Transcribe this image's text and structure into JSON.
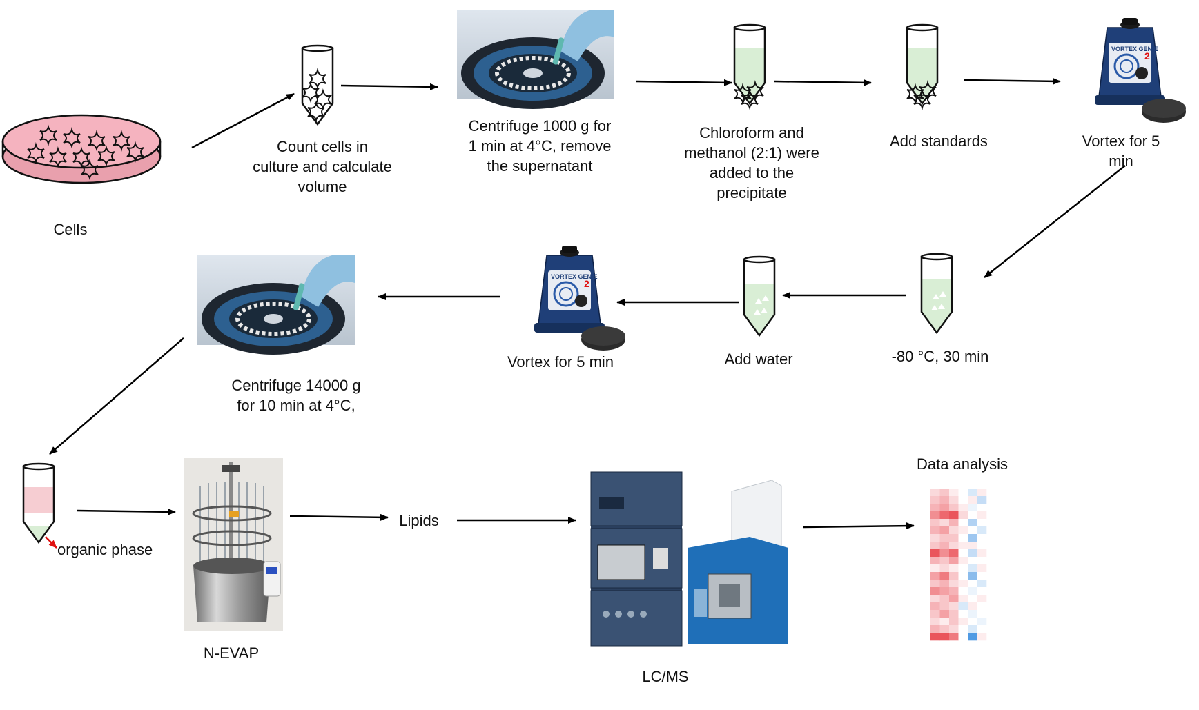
{
  "steps": {
    "cells": "Cells",
    "count": "Count cells in\nculture and calculate\nvolume",
    "centrifuge1": "Centrifuge 1000 g for\n1 min at 4°C, remove\nthe supernatant",
    "chloroform": "Chloroform and\nmethanol (2:1) were\nadded to the\nprecipitate",
    "standards": "Add standards",
    "vortex1": "Vortex for 5 min",
    "freeze": "-80 °C, 30 min",
    "water": "Add water",
    "vortex2": "Vortex for 5 min",
    "centrifuge2": "Centrifuge 14000 g\nfor 10 min at 4°C,",
    "organic": "organic phase",
    "nevap": "N-EVAP",
    "lipids": "Lipids",
    "lcms": "LC/MS",
    "analysis": "Data analysis"
  },
  "device_labels": {
    "vortex_brand": "VORTEX",
    "vortex_model": "GENIE",
    "vortex_number": "2"
  },
  "colors": {
    "dish_fill": "#f5a3b3",
    "tube_liquid": "#d9eed5",
    "tube_red_phase": "#f6cdd2",
    "arrow": "#000000",
    "accent_red": "#e01010",
    "device_blue": "#1f3f78",
    "heat_red": "#e8424a",
    "heat_blue": "#3d8fe0"
  },
  "heatmap": {
    "columns": 6,
    "values": [
      [
        0.2,
        0.3,
        0.1,
        0.0,
        -0.2,
        0.1
      ],
      [
        0.3,
        0.4,
        0.2,
        0.0,
        0.1,
        -0.3
      ],
      [
        0.4,
        0.5,
        0.3,
        0.1,
        -0.1,
        0.0
      ],
      [
        0.6,
        0.8,
        0.9,
        0.2,
        0.0,
        0.1
      ],
      [
        0.3,
        0.2,
        0.4,
        0.0,
        -0.4,
        0.0
      ],
      [
        0.4,
        0.5,
        0.2,
        0.1,
        0.0,
        -0.2
      ],
      [
        0.2,
        0.3,
        0.3,
        0.0,
        -0.5,
        0.0
      ],
      [
        0.3,
        0.4,
        0.2,
        0.1,
        0.1,
        0.0
      ],
      [
        0.9,
        0.6,
        0.8,
        0.0,
        -0.3,
        0.1
      ],
      [
        0.4,
        0.3,
        0.5,
        0.1,
        0.0,
        0.0
      ],
      [
        0.1,
        0.2,
        0.1,
        0.0,
        -0.2,
        0.1
      ],
      [
        0.5,
        0.7,
        0.3,
        0.0,
        -0.6,
        0.0
      ],
      [
        0.3,
        0.4,
        0.2,
        0.1,
        0.0,
        -0.2
      ],
      [
        0.6,
        0.5,
        0.4,
        0.0,
        -0.1,
        0.0
      ],
      [
        0.2,
        0.3,
        0.5,
        0.1,
        0.0,
        0.1
      ],
      [
        0.4,
        0.3,
        0.2,
        -0.2,
        0.1,
        0.0
      ],
      [
        0.3,
        0.5,
        0.3,
        0.0,
        -0.1,
        0.0
      ],
      [
        0.2,
        0.1,
        0.3,
        0.1,
        0.0,
        -0.1
      ],
      [
        0.4,
        0.3,
        0.2,
        0.0,
        -0.2,
        0.0
      ],
      [
        0.9,
        0.9,
        0.7,
        0.0,
        -0.9,
        0.1
      ]
    ]
  }
}
